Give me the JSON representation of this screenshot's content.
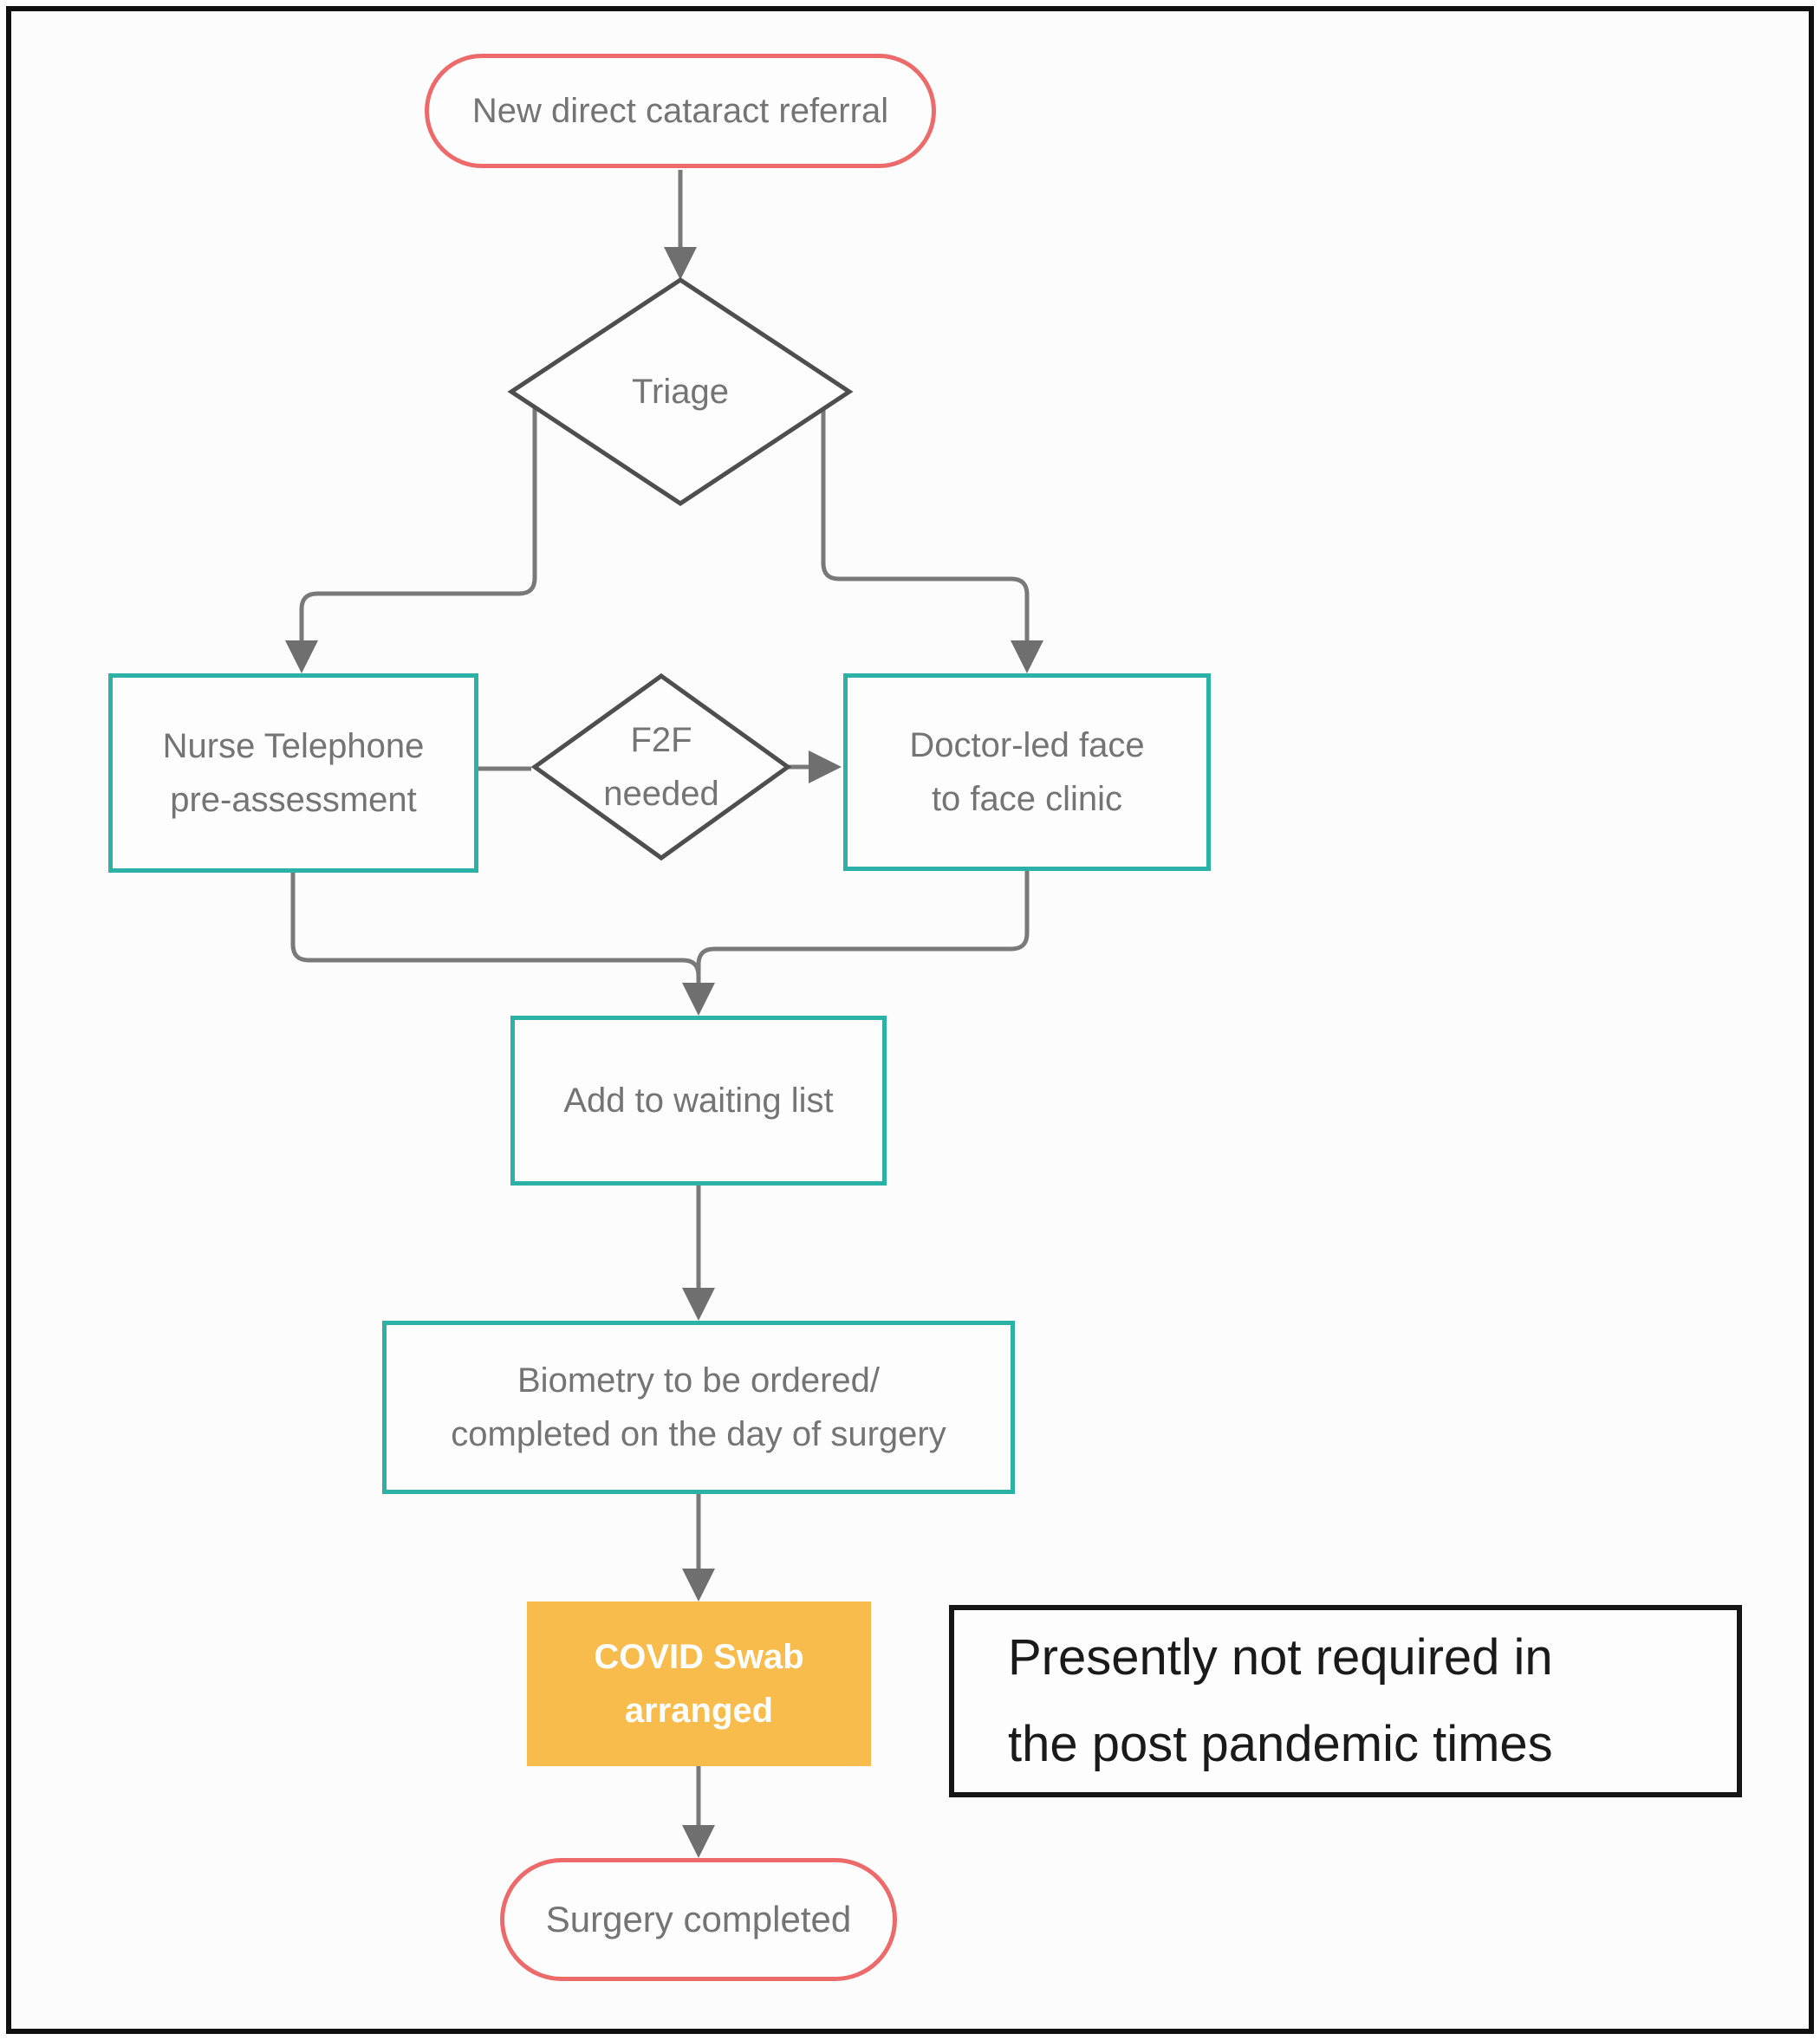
{
  "figure": {
    "title": "Cataract referral pathway flowchart",
    "background": "#fcfcfc",
    "frame_color": "#101010"
  },
  "colors": {
    "terminator_border": "#ed6a6b",
    "process_border": "#2cb1a6",
    "decision_border": "#4e4e4e",
    "connector": "#797979",
    "arrowhead": "#6f6f6f",
    "covid_fill": "#f8bc4c",
    "node_text": "#747474",
    "covid_text": "#ffffff",
    "note_text": "#1a1a1a",
    "note_border": "#161616"
  },
  "nodes": {
    "start": {
      "label": "New direct cataract referral"
    },
    "triage": {
      "label": "Triage"
    },
    "nurse": {
      "lines": [
        "Nurse Telephone",
        "pre-assessment"
      ]
    },
    "f2f": {
      "lines": [
        "F2F",
        "needed"
      ]
    },
    "doctor": {
      "lines": [
        "Doctor-led face",
        "to face clinic"
      ]
    },
    "waiting": {
      "label": "Add to waiting list"
    },
    "biometry": {
      "lines": [
        "Biometry to be ordered/",
        "completed on the day of surgery"
      ]
    },
    "covid": {
      "lines": [
        "COVID Swab",
        "arranged"
      ]
    },
    "note": {
      "lines": [
        "Presently not required in",
        "the post pandemic times"
      ]
    },
    "surgery": {
      "label": "Surgery completed"
    }
  }
}
